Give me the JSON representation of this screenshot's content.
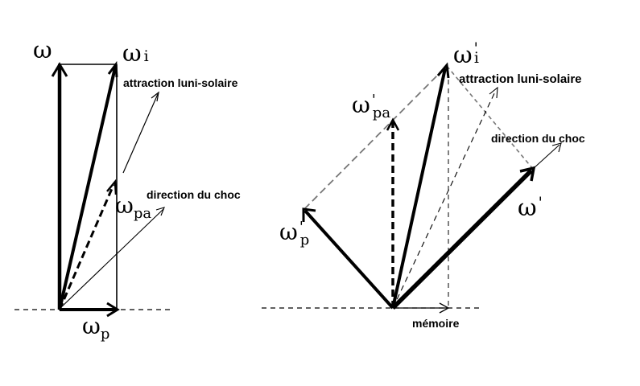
{
  "left": {
    "omega": "ω",
    "omega_i_main": "ω",
    "omega_i_sub": "i",
    "omega_pa_main": "ω",
    "omega_pa_sub": "pa",
    "omega_p_main": "ω",
    "omega_p_sub": "p",
    "attraction_label": "attraction luni-solaire",
    "choc_label": "direction du choc"
  },
  "right": {
    "omega_i_main": "ω",
    "omega_i_sub": "i",
    "omega_i_prime": "'",
    "omega_pa_main": "ω",
    "omega_pa_sub": "pa",
    "omega_pa_prime": "'",
    "omega_p_main": "ω",
    "omega_p_sub": "p",
    "omega_p_prime": "'",
    "omega_prime_main": "ω",
    "omega_prime_mark": "'",
    "attraction_label": "attraction luni-solaire",
    "choc_label": "direction du choc",
    "memoire_label": "mémoire"
  }
}
